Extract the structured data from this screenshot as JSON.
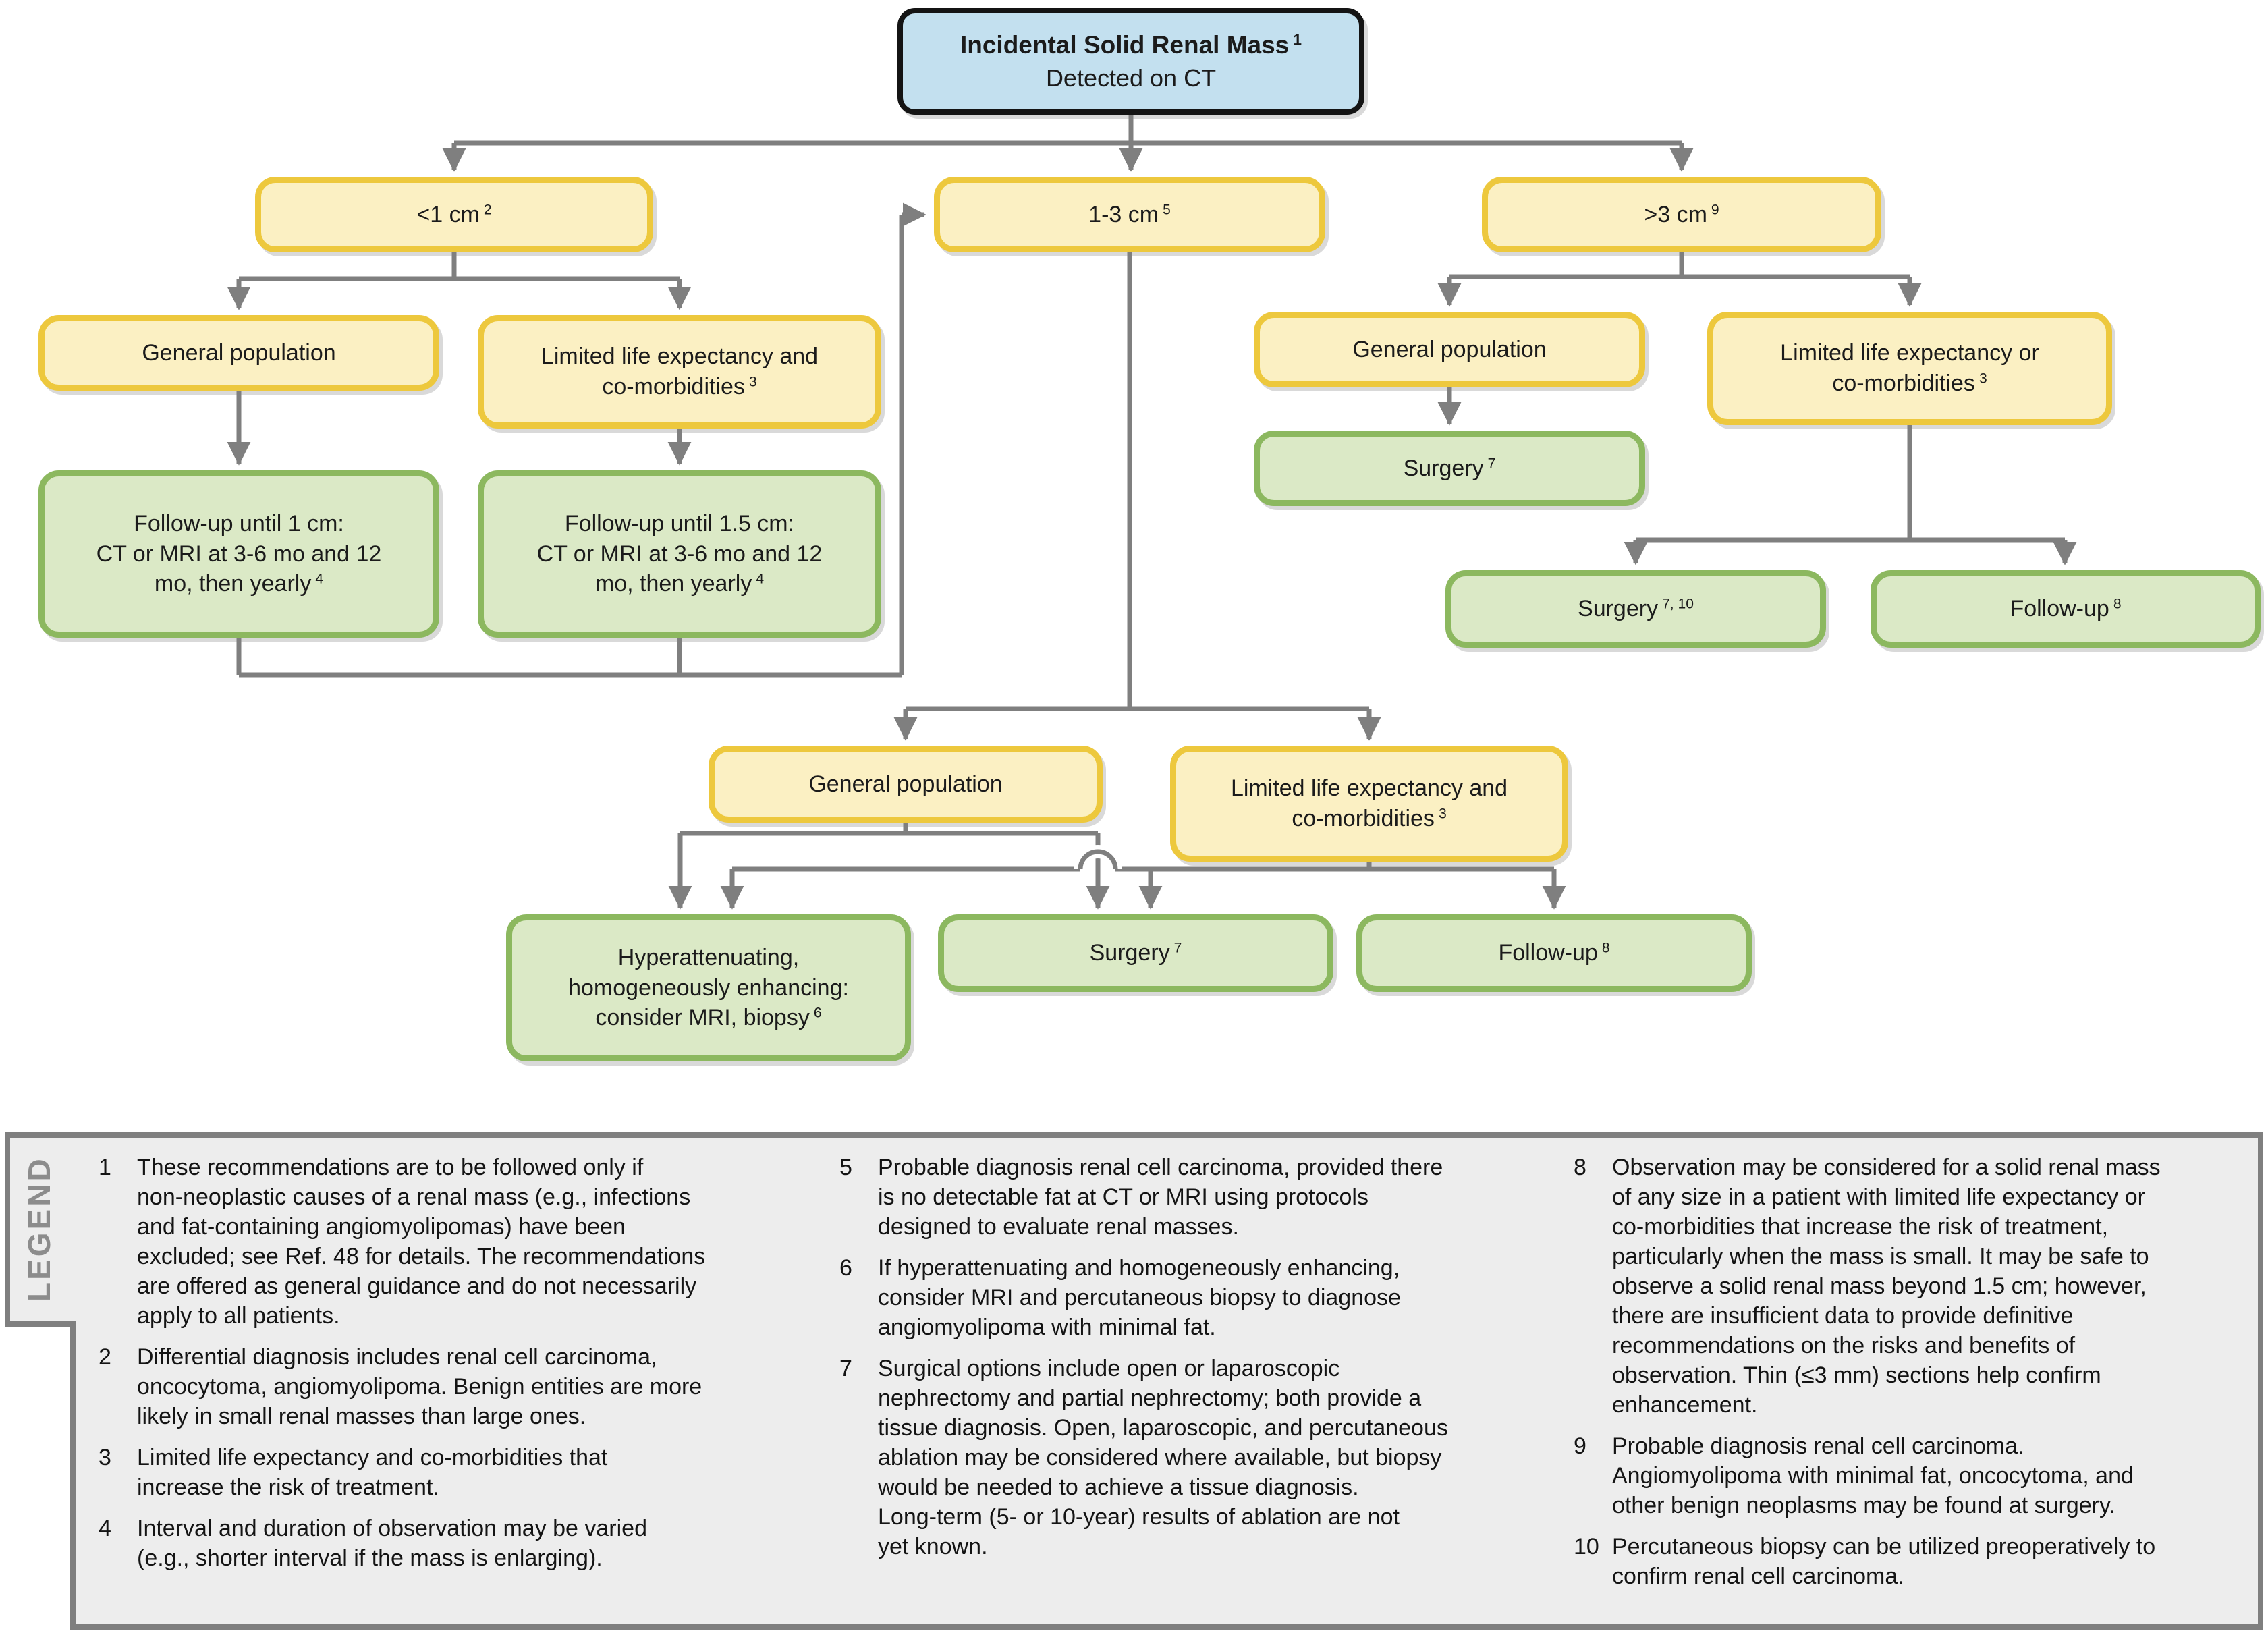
{
  "colors": {
    "node_blue_fill": "#C3E0EF",
    "node_blue_border": "#141414",
    "node_yellow_fill": "#FBF0C3",
    "node_yellow_border": "#EDC83D",
    "node_green_fill": "#DBE9C6",
    "node_green_border": "#8CB85F",
    "connector_gray": "#7F7F7F",
    "legend_background": "#EDEDED",
    "legend_border": "#7F7F7F",
    "legend_label_color": "#8C8C8C"
  },
  "root": {
    "title": "Incidental Solid Renal Mass",
    "title_sup": "1",
    "subtitle": "Detected on CT"
  },
  "nodes": {
    "lt1": {
      "text": "<1 cm",
      "sup": "2"
    },
    "cm13": {
      "text": "1-3 cm",
      "sup": "5"
    },
    "gt3": {
      "text": ">3 cm",
      "sup": "9"
    },
    "a1": {
      "text": "General population"
    },
    "a2": {
      "text": "Limited life expectancy and\nco-morbidities",
      "sup": "3"
    },
    "g1": {
      "text": "Follow-up until 1 cm:\nCT or MRI at 3-6 mo and 12\nmo, then yearly",
      "sup": "4"
    },
    "g2": {
      "text": "Follow-up until 1.5 cm:\nCT or MRI at 3-6 mo and 12\nmo, then yearly",
      "sup": "4"
    },
    "b1": {
      "text": "General population"
    },
    "b2": {
      "text": "Limited life expectancy or\nco-morbidities",
      "sup": "3"
    },
    "s1": {
      "text": "Surgery",
      "sup": "7"
    },
    "s2": {
      "text": "Surgery",
      "sup": "7, 10"
    },
    "f1": {
      "text": "Follow-up",
      "sup": "8"
    },
    "c1": {
      "text": "General population"
    },
    "c2": {
      "text": "Limited life expectancy and\nco-morbidities",
      "sup": "3"
    },
    "h1": {
      "text": "Hyperattenuating,\nhomogeneously enhancing:\nconsider MRI, biopsy",
      "sup": "6"
    },
    "h2": {
      "text": "Surgery",
      "sup": "7"
    },
    "h3": {
      "text": "Follow-up",
      "sup": "8"
    }
  },
  "legend": {
    "label": "LEGEND",
    "columns": [
      [
        {
          "num": "1",
          "text": "These recommendations are to be followed only if\nnon-neoplastic causes of a renal mass (e.g., infections\nand fat-containing angiomyolipomas) have been\nexcluded; see Ref. 48 for details. The recommendations\nare offered as general guidance and do not necessarily\napply to all patients."
        },
        {
          "num": "2",
          "text": "Differential diagnosis includes renal cell carcinoma,\noncocytoma, angiomyolipoma. Benign entities are more\nlikely in small renal masses than large ones."
        },
        {
          "num": "3",
          "text": "Limited life expectancy and co-morbidities that\nincrease the risk of treatment."
        },
        {
          "num": "4",
          "text": "Interval and duration of observation may be varied\n(e.g., shorter interval if the mass is enlarging)."
        }
      ],
      [
        {
          "num": "5",
          "text": "Probable diagnosis renal cell carcinoma, provided there\nis no detectable fat at CT or MRI using protocols\ndesigned to evaluate renal masses."
        },
        {
          "num": "6",
          "text": "If hyperattenuating and homogeneously enhancing,\nconsider MRI and percutaneous biopsy to diagnose\nangiomyolipoma with minimal fat."
        },
        {
          "num": "7",
          "text": "Surgical options include open or laparoscopic\nnephrectomy and partial nephrectomy; both provide a\ntissue diagnosis. Open, laparoscopic, and percutaneous\nablation may be considered where available, but biopsy\nwould be needed to achieve a tissue diagnosis.\nLong-term (5- or 10-year) results of ablation are not\nyet known."
        }
      ],
      [
        {
          "num": "8",
          "text": "Observation may be considered for a solid renal mass\nof any size in a patient with limited life expectancy or\nco-morbidities that increase the risk of treatment,\nparticularly when the mass is small. It may be safe to\nobserve a solid renal mass beyond 1.5 cm; however,\nthere are insufficient data to provide definitive\nrecommendations on the risks and benefits of\nobservation. Thin (≤3 mm) sections help confirm\nenhancement."
        },
        {
          "num": "9",
          "text": "Probable diagnosis renal cell carcinoma.\nAngiomyolipoma with minimal fat, oncocytoma, and\nother benign neoplasms may be found at surgery."
        },
        {
          "num": "10",
          "text": "Percutaneous biopsy can be utilized preoperatively to\nconfirm renal cell carcinoma."
        }
      ]
    ]
  }
}
